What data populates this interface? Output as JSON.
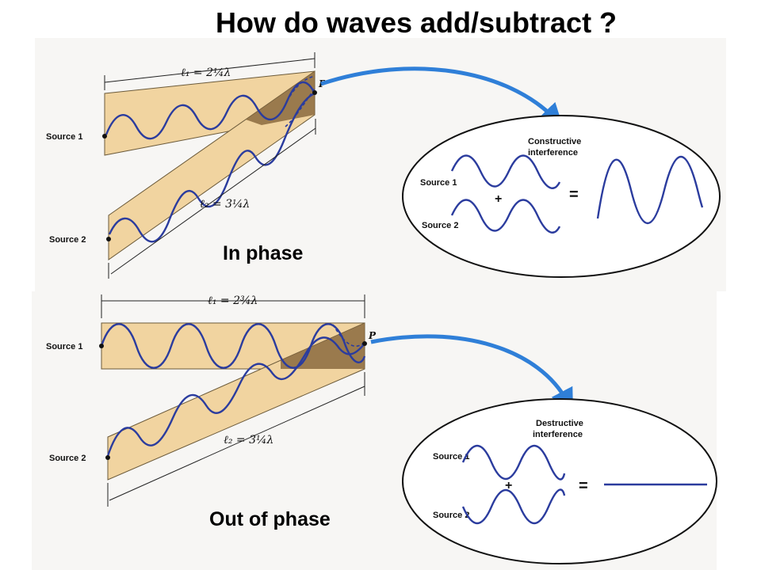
{
  "title": "How do waves add/subtract ?",
  "top": {
    "caption": "In phase",
    "l1": "ℓ₁ = 2¼λ",
    "l2": "ℓ₂ = 3¼λ",
    "source1": "Source 1",
    "source2": "Source 2",
    "point": "P",
    "result_line1": "Constructive",
    "result_line2": "interference",
    "plus": "+",
    "equals": "="
  },
  "bottom": {
    "caption": "Out of phase",
    "l1": "ℓ₁ = 2¾λ",
    "l2": "ℓ₂ = 3¼λ",
    "source1": "Source 1",
    "source2": "Source 2",
    "point": "P",
    "result_line1": "Destructive",
    "result_line2": "interference",
    "plus": "+",
    "equals": "="
  },
  "colors": {
    "beam": "#f1d4a0",
    "overlap": "#8b6a3e",
    "wave": "#2b3c9e",
    "arrow": "#2f7fd8"
  }
}
